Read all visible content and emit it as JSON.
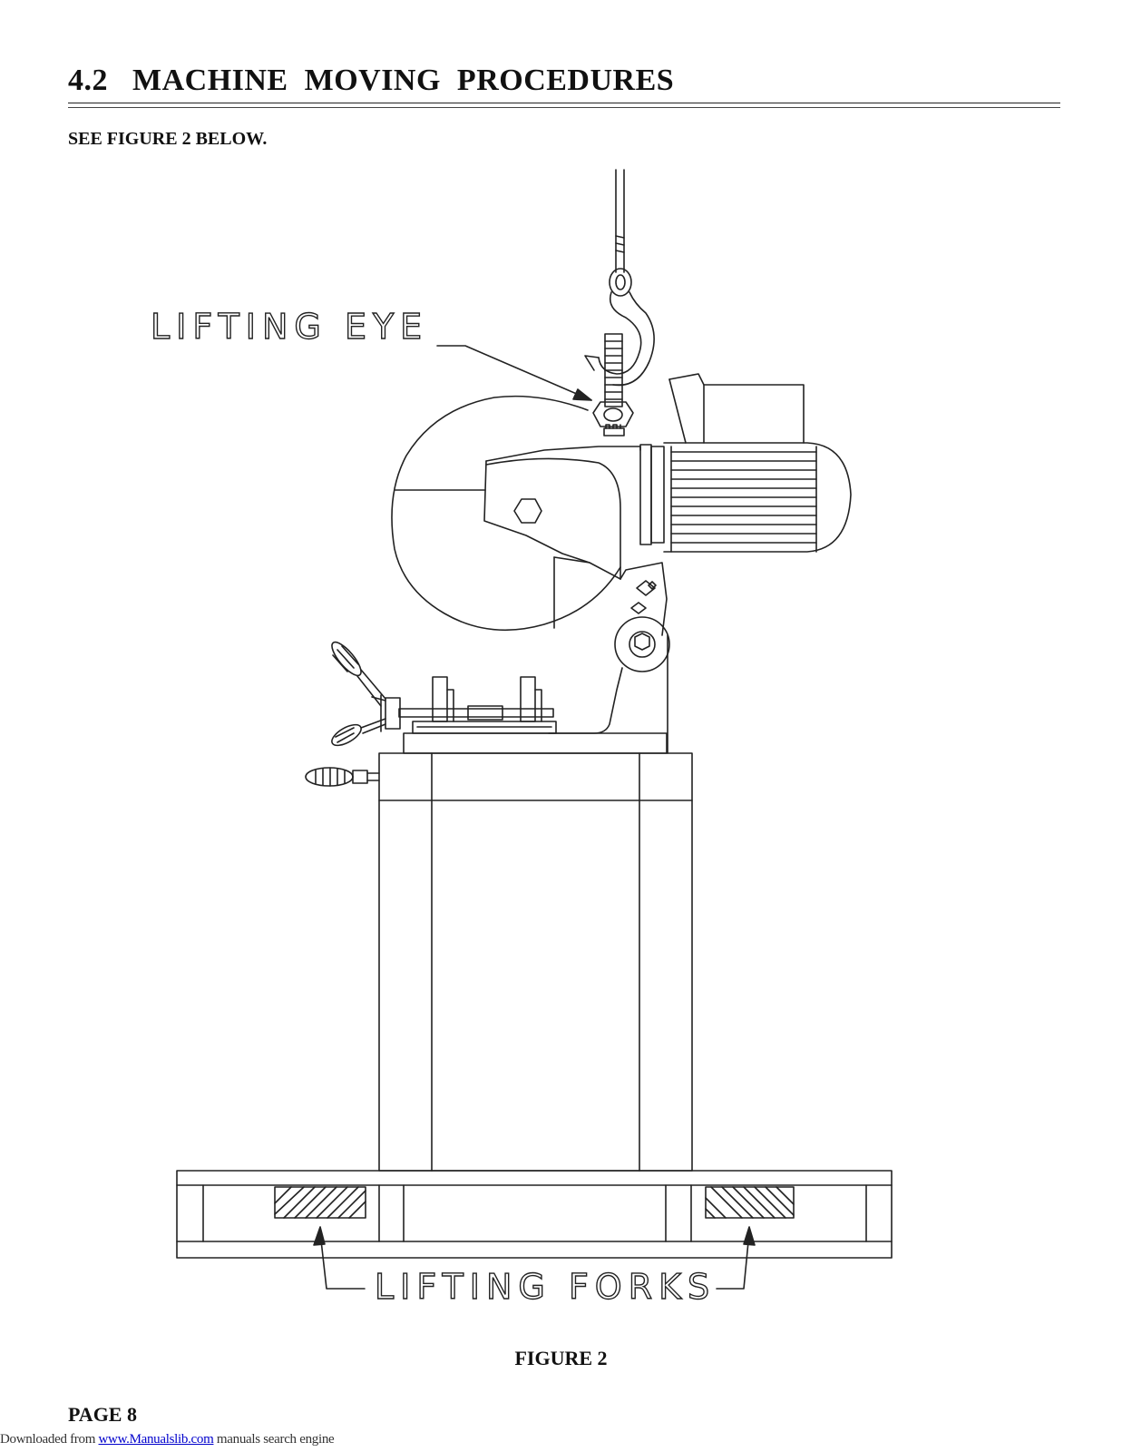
{
  "heading": "4.2   MACHINE  MOVING  PROCEDURES",
  "intro": "SEE FIGURE 2 BELOW.",
  "figure": {
    "label_lifting_eye": "LIFTING EYE",
    "label_lifting_forks": "LIFTING FORKS",
    "caption": "FIGURE 2"
  },
  "page_number": "PAGE 8",
  "footer": {
    "prefix": "Downloaded from ",
    "link_text": "www.Manualslib.com",
    "suffix": " manuals search engine"
  }
}
